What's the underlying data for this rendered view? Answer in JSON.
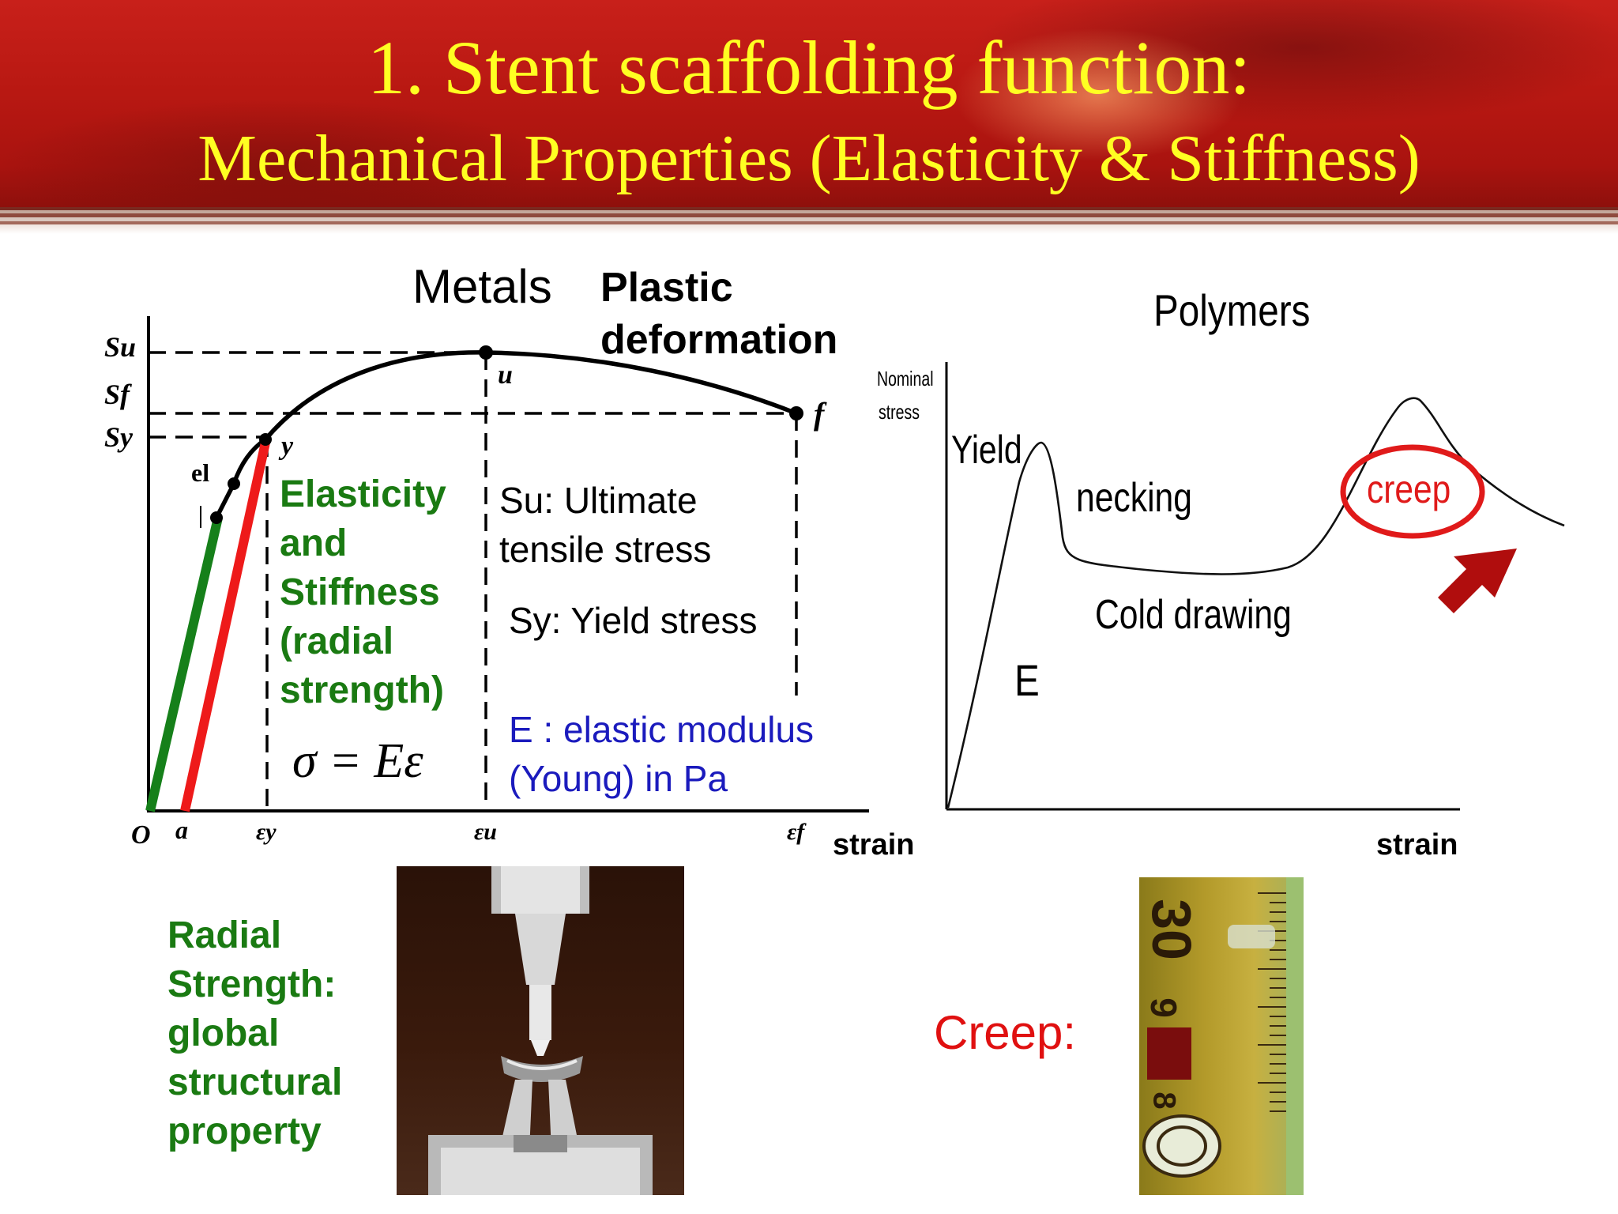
{
  "header": {
    "title_line1": "1. Stent scaffolding function:",
    "title_line2": "Mechanical Properties (Elasticity & Stiffness)"
  },
  "metals": {
    "heading": "Metals",
    "plastic_label_1": "Plastic",
    "plastic_label_2": "deformation",
    "y_ticks": [
      "Su",
      "Sf",
      "Sy"
    ],
    "x_ticks": [
      "O",
      "a",
      "εy",
      "εu",
      "εf"
    ],
    "point_labels": {
      "el": "el",
      "y": "y",
      "u": "u",
      "f": "f"
    },
    "x_axis_label": "strain",
    "elasticity_text": [
      "Elasticity",
      "and",
      "Stiffness",
      "(radial",
      "strength)"
    ],
    "formula": "σ = Eε",
    "su_text": [
      "Su: Ultimate",
      "tensile stress"
    ],
    "sy_text": "Sy: Yield stress",
    "e_text": [
      "E : elastic modulus",
      "(Young) in Pa"
    ]
  },
  "polymers": {
    "heading": "Polymers",
    "y_axis_label": [
      "Nominal",
      "stress"
    ],
    "yield_label": "Yield",
    "necking_label": "necking",
    "cold_drawing_label": "Cold drawing",
    "e_label": "E",
    "creep_label": "creep",
    "x_axis_label": "strain"
  },
  "bottom": {
    "radial_text": [
      "Radial",
      "Strength:",
      "global",
      "structural",
      "property"
    ],
    "creep_text": "Creep:",
    "ruler_numbers": [
      "30",
      "9",
      "8"
    ]
  },
  "colors": {
    "title": "#ffff22",
    "header_red": "#b81812",
    "green_line": "#16801a",
    "red_line": "#ee1a1a",
    "blue_text": "#1b1bbd",
    "creep_red": "#e01010",
    "arrow": "#b00d0d"
  }
}
